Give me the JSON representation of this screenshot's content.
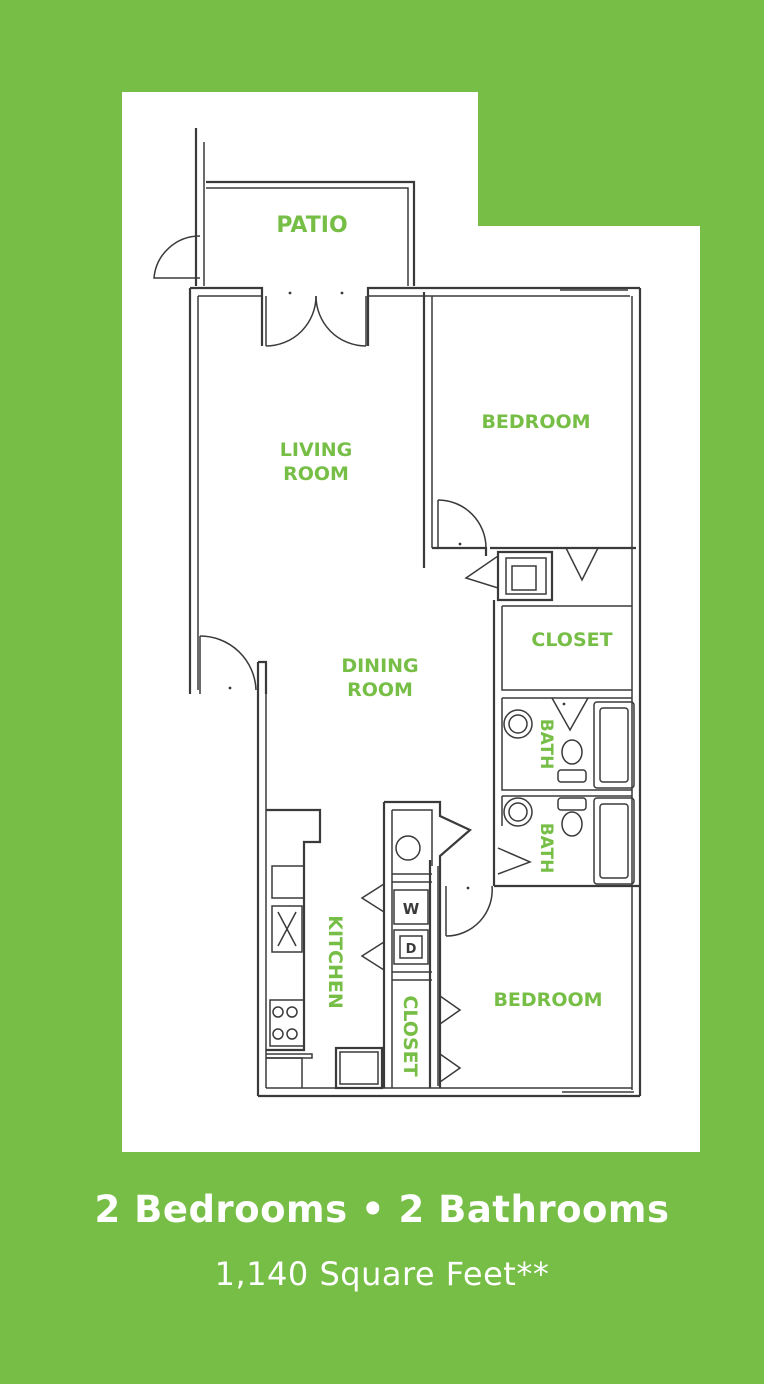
{
  "rooms": {
    "patio": "PATIO",
    "living_line1": "LIVING",
    "living_line2": "ROOM",
    "bedroom_top": "BEDROOM",
    "closet_right": "CLOSET",
    "dining_line1": "DINING",
    "dining_line2": "ROOM",
    "bath_upper": "BATH",
    "bath_lower": "BATH",
    "kitchen": "KITCHEN",
    "closet_bottom": "CLOSET",
    "bedroom_bottom": "BEDROOM",
    "washer": "W",
    "dryer": "D"
  },
  "summary": {
    "title": "2 Bedrooms • 2 Bathrooms",
    "square_feet": "1,140 Square Feet**"
  },
  "colors": {
    "background": "#76be45",
    "panel": "#ffffff",
    "walls": "#3a3a3a",
    "labels": "#76be45"
  }
}
